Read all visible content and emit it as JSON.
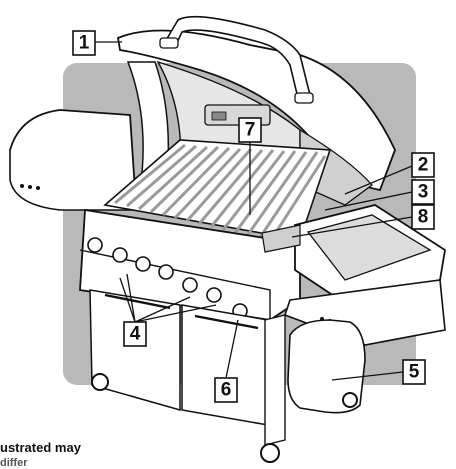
{
  "figure": {
    "caption_line1": "ustrated may",
    "caption_line2": "differ"
  },
  "callouts": [
    {
      "id": "1",
      "label": "1"
    },
    {
      "id": "2",
      "label": "2"
    },
    {
      "id": "3",
      "label": "3"
    },
    {
      "id": "8",
      "label": "8"
    },
    {
      "id": "7",
      "label": "7"
    },
    {
      "id": "4",
      "label": "4"
    },
    {
      "id": "6",
      "label": "6"
    },
    {
      "id": "5",
      "label": "5"
    }
  ],
  "colors": {
    "backdrop": "#b9b9b9",
    "outline": "#111111",
    "grill_body": "#ffffff",
    "grate": "#9a9a9a"
  }
}
